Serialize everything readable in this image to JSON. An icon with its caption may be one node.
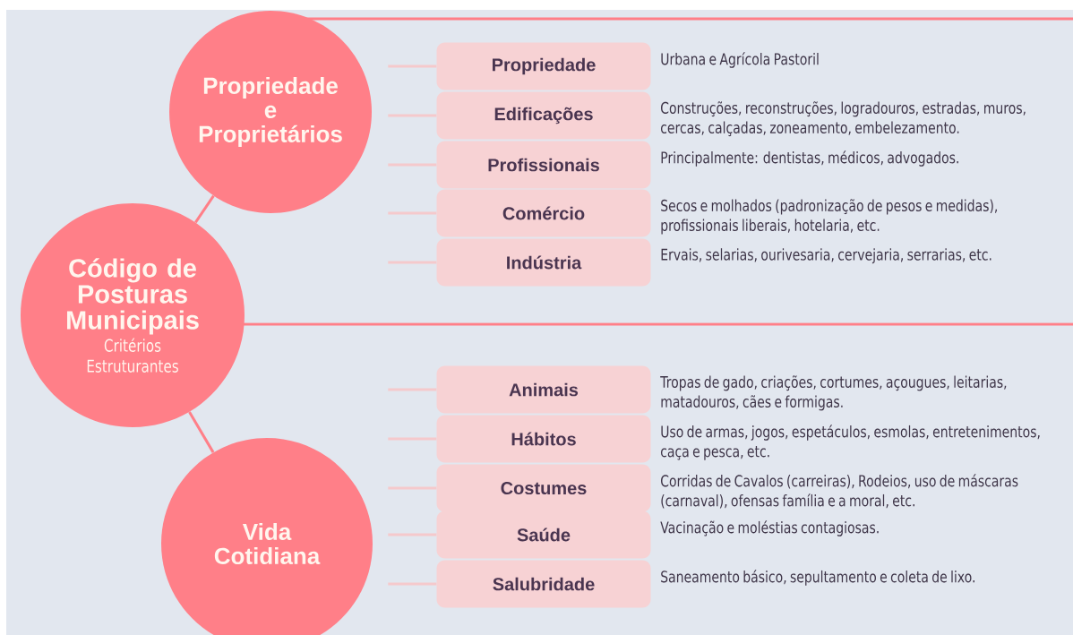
{
  "diagram": {
    "nodes": [
      {
        "text": [
          "Código de Posturas Municipais",
          "Critérios Estruturantes"
        ]
      },
      {
        "text": [
          "Propriedade e Proprietários"
        ]
      },
      {
        "text": [
          "Vida Cotidiana"
        ]
      },
      {
        "text": [
          "Propriedade"
        ],
        "beside": [
          "Urbana e Agrícola Pastoril"
        ]
      },
      {
        "text": [
          "Edificações"
        ],
        "beside": [
          "Construções, reconstruções, logradouros, estradas, muros, cercas, calçadas, zoneamento, embelezamento."
        ]
      },
      {
        "text": [
          "Profissionais"
        ],
        "beside": [
          "Principalmente: dentistas, médicos, advogados."
        ]
      },
      {
        "text": [
          "Comércio"
        ],
        "beside": [
          "Secos e molhados (padronização de pesos e medidas), profissionais liberais, hotelaria, etc."
        ]
      },
      {
        "text": [
          "Indústria"
        ],
        "beside": [
          "Ervais, selarias, ourivesaria, cervejaria, serrarias, etc."
        ]
      },
      {
        "text": [
          "Animais"
        ],
        "beside": [
          "Tropas de gado, criações, cortumes, açougues, leitarias, matadouros, cães e formigas."
        ]
      },
      {
        "text": [
          "Hábitos"
        ],
        "beside": [
          "Uso de armas, jogos, espetáculos, esmolas, entretenimentos, caça e pesca, etc."
        ]
      },
      {
        "text": [
          "Costumes"
        ],
        "beside": [
          "Corridas de Cavalos (carreiras), Rodeios, uso de máscaras (carnaval), ofensas família e a moral, etc."
        ]
      },
      {
        "text": [
          "Saúde"
        ],
        "beside": [
          "Vacinação e moléstias contagiosas."
        ]
      },
      {
        "text": [
          "Salubridade"
        ],
        "beside": [
          "Saneamento básico, sepultamento e coleta de lixo."
        ]
      }
    ],
    "edges": [
      {
        "from": 0,
        "to": 1,
        "arrow": "none"
      },
      {
        "from": 0,
        "to": 2,
        "arrow": "none"
      },
      {
        "from": null,
        "to": 3,
        "arrow": "none",
        "color": "#f5c9cc"
      },
      {
        "from": null,
        "to": 4,
        "arrow": "none",
        "color": "#f5c9cc"
      },
      {
        "from": null,
        "to": 5,
        "arrow": "none",
        "color": "#f5c9cc"
      },
      {
        "from": null,
        "to": 6,
        "arrow": "none",
        "color": "#f5c9cc"
      },
      {
        "from": null,
        "to": 7,
        "arrow": "none",
        "color": "#f5c9cc"
      },
      {
        "from": null,
        "to": 8,
        "arrow": "none",
        "color": "#f5c9cc"
      },
      {
        "from": null,
        "to": 9,
        "arrow": "none",
        "color": "#f5c9cc"
      },
      {
        "from": null,
        "to": 10,
        "arrow": "none",
        "color": "#f5c9cc"
      },
      {
        "from": null,
        "to": 11,
        "arrow": "none",
        "color": "#f5c9cc"
      },
      {
        "from": null,
        "to": 12,
        "arrow": "none",
        "color": "#f5c9cc"
      }
    ]
  }
}
